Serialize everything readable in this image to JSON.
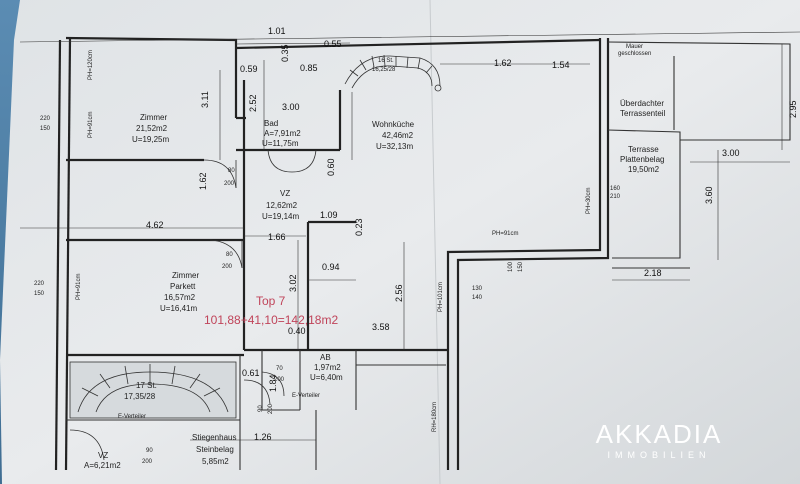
{
  "labels": {
    "ph120": "PH=120cm",
    "ph91_left_upper": "PH=91cm",
    "ph91_left_lower": "PH=91cm",
    "ph91_right": "PH=91cm",
    "ph30": "PH=30cm",
    "ph101": "PH=101cm",
    "rh180": "RH=180cm",
    "zimmer1_name": "Zimmer",
    "zimmer1_area": "21,52m2",
    "zimmer1_u": "U=19,25m",
    "bad_name": "Bad",
    "bad_area": "A=7,91m2",
    "bad_u": "U=11,75m",
    "wohnkueche_name": "Wohnküche",
    "wohnkueche_area": "42,46m2",
    "wohnkueche_u": "U=32,13m",
    "vz_name": "VZ",
    "vz_area": "12,62m2",
    "vz_u": "U=19,14m",
    "zimmer2_name": "Zimmer",
    "zimmer2_sub": "Parkett",
    "zimmer2_area": "16,57m2",
    "zimmer2_u": "U=16,41m",
    "ab_name": "AB",
    "ab_area": "1,97m2",
    "ab_u": "U=6,40m",
    "stiegenhaus_name": "Stiegenhaus",
    "stiegenhaus_sub": "Steinbelag",
    "stiegenhaus_area": "5,85m2",
    "vz2_name": "VZ",
    "vz2_area": "A=6,21m2",
    "stairs_top": "16 St.",
    "stairs_top_dim": "16,25/28",
    "stairs_bottom": "17 St.",
    "stairs_bottom_dim": "17,35/28",
    "mauer": "Mauer",
    "mauer2": "geschlossen",
    "ueberdacht1": "Überdachter",
    "ueberdacht2": "Terrassenteil",
    "terrasse_name": "Terrasse",
    "terrasse_sub": "Plattenbelag",
    "terrasse_area": "19,50m2",
    "top": "Top 7",
    "total": "101,88+41,10=142,18m2",
    "everteiler": "E-Verteiler",
    "everteiler2": "E-Verteiler"
  },
  "dims": {
    "d101": "1.01",
    "d055": "0.55",
    "d035": "0.35",
    "d059": "0.59",
    "d085": "0.85",
    "d162a": "1.62",
    "d154": "1.54",
    "d295": "2.95",
    "d311": "3.11",
    "d252": "2.52",
    "d300a": "3.00",
    "d060": "0.60",
    "d300b": "3.00",
    "d360": "3.60",
    "d162b": "1.62",
    "d80a": "80",
    "d200a": "200",
    "d109": "1.09",
    "d023": "0.23",
    "d462": "4.62",
    "d166": "1.66",
    "d80b": "80",
    "d200b": "200",
    "d094": "0.94",
    "d302": "3.02",
    "d256": "2.56",
    "d218": "2.18",
    "d160": "160",
    "d210": "210",
    "d100": "100",
    "d150": "150",
    "d130": "130",
    "d140": "140",
    "d220a": "220",
    "d150a": "150",
    "d220b": "220",
    "d150b": "150",
    "d040": "0.40",
    "d358": "3.58",
    "d70": "70",
    "d200c": "200",
    "d061": "0.61",
    "d184": "1.84",
    "d90a": "90",
    "d200d": "200",
    "d126": "1.26",
    "d90b": "90",
    "d200e": "200"
  },
  "logo": {
    "name": "AKKADIA",
    "sub": "IMMOBILIEN"
  },
  "colors": {
    "backdrop": "#4f7fa6",
    "paper": "#e6e9ec",
    "ink": "#222222",
    "annotation_red": "#c0445a",
    "logo": "#ffffff"
  }
}
